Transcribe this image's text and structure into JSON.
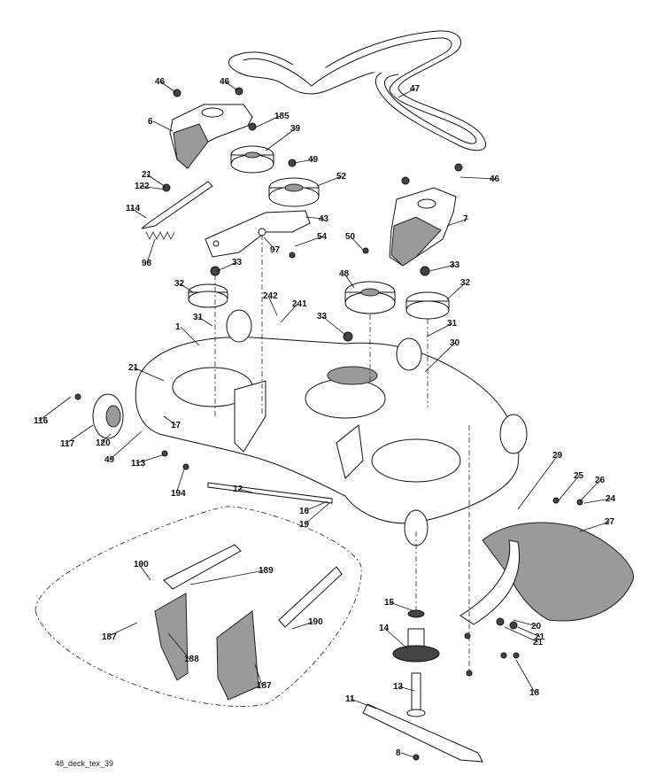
{
  "caption": "48_deck_tex_39",
  "part_labels": [
    "46",
    "46",
    "6",
    "185",
    "39",
    "49",
    "52",
    "47",
    "21",
    "122",
    "114",
    "98",
    "43",
    "97",
    "54",
    "50",
    "33",
    "46",
    "7",
    "32",
    "33",
    "48",
    "32",
    "242",
    "241",
    "31",
    "1",
    "33",
    "31",
    "30",
    "21",
    "116",
    "117",
    "120",
    "17",
    "49",
    "113",
    "194",
    "12",
    "16",
    "19",
    "29",
    "25",
    "26",
    "24",
    "27",
    "190",
    "189",
    "190",
    "187",
    "188",
    "187",
    "15",
    "14",
    "21",
    "20",
    "21",
    "18",
    "13",
    "11",
    "8"
  ]
}
